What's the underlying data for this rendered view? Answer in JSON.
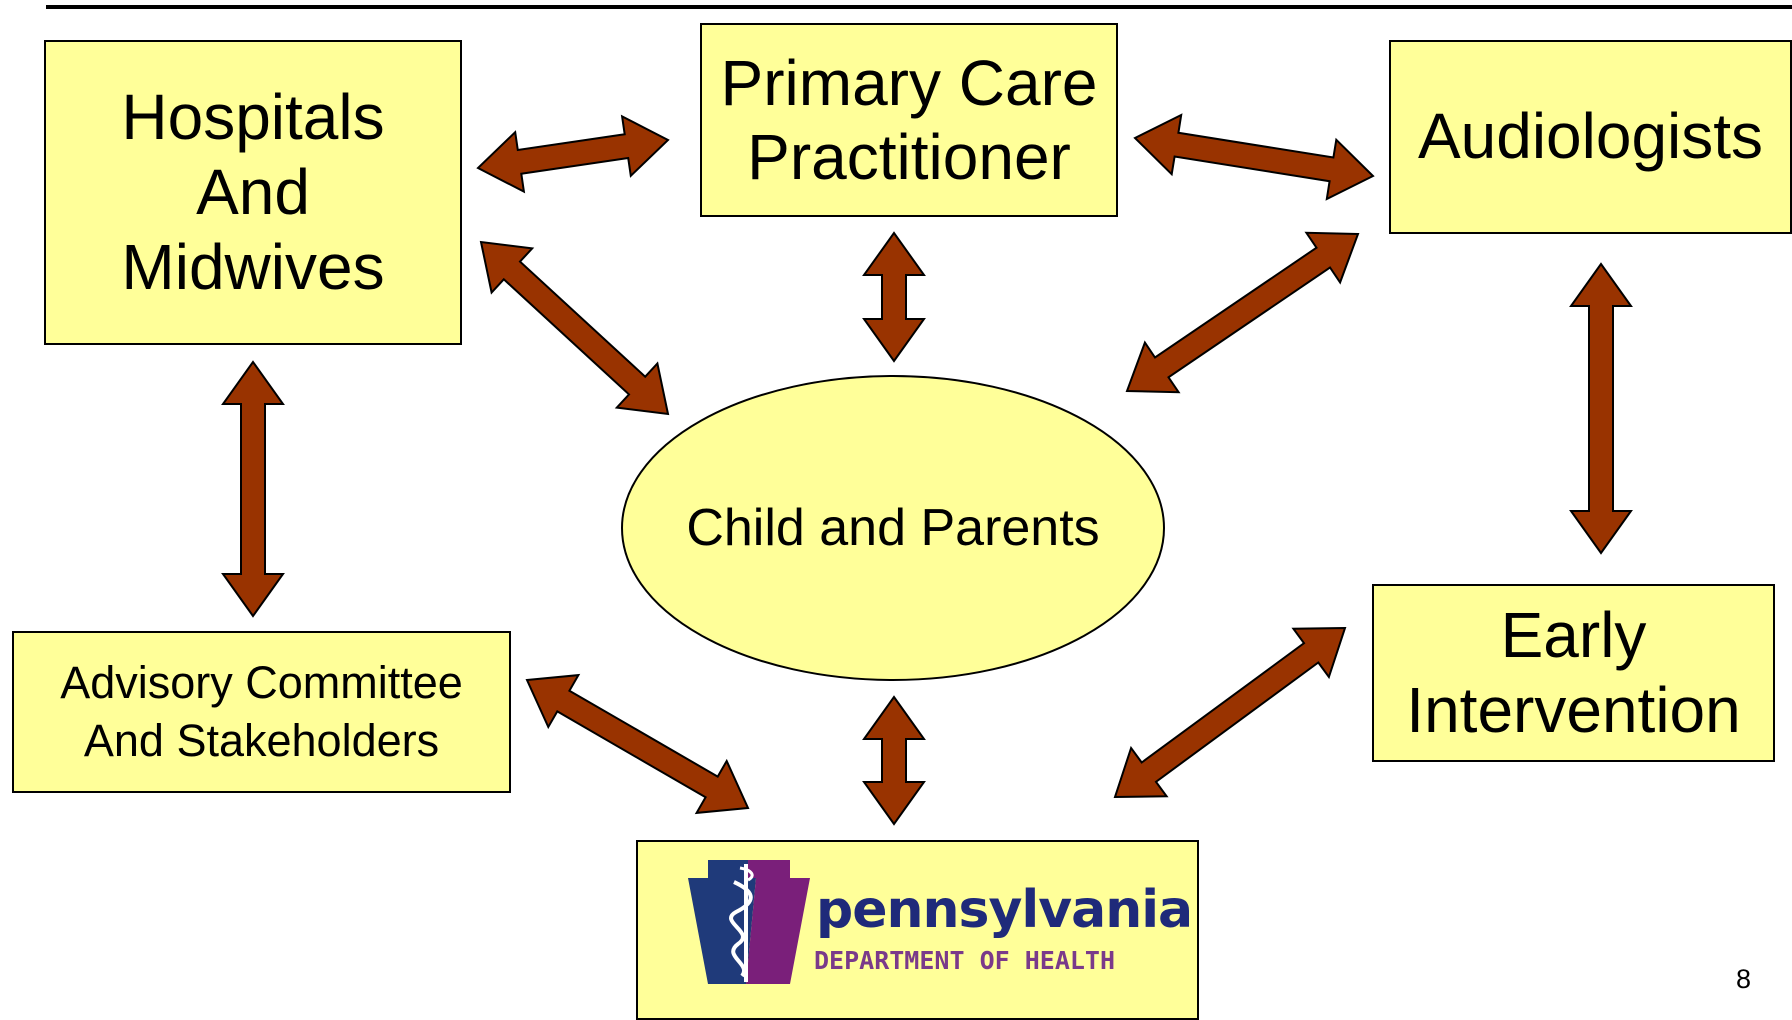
{
  "nodes": {
    "hospitals": "Hospitals\nAnd\nMidwives",
    "primary_care": "Primary Care\nPractitioner",
    "audiologists": "Audiologists",
    "child_parents": "Child and Parents",
    "advisory": "Advisory Committee\nAnd Stakeholders",
    "early_intervention": "Early\nIntervention"
  },
  "logo": {
    "name": "pennsylvania",
    "department": "DEPARTMENT OF HEALTH"
  },
  "page_number": "8",
  "colors": {
    "box_fill": "#ffff99",
    "arrow_fill": "#993300",
    "outline": "#000000",
    "logo_blue": "#1f2a7a",
    "logo_purple": "#7a1f7a"
  }
}
